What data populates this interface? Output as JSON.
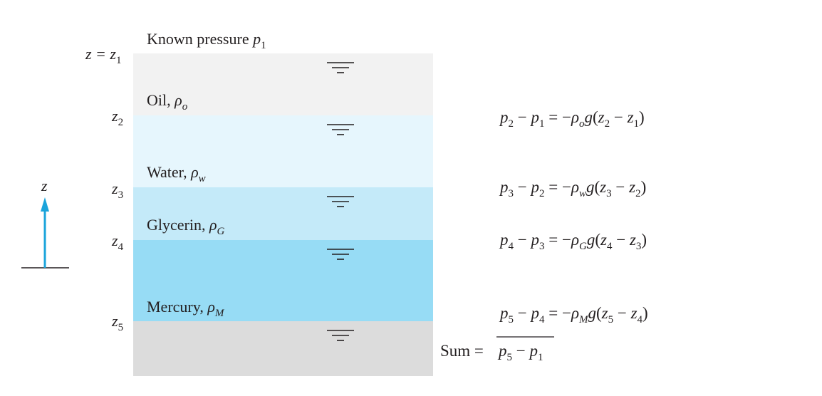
{
  "colors": {
    "oil": "#f2f2f2",
    "water": "#e6f6fd",
    "glycerin": "#c4eaf9",
    "mercury": "#97dcf5",
    "bottom": "#dcdcdc",
    "arrow": "#1aa4db",
    "ink": "#231f20"
  },
  "header": {
    "known_pressure_text": "Known pressure",
    "p1_symbol": "p",
    "p1_sub": "1"
  },
  "levels": [
    {
      "prefix": "z = ",
      "symbol": "z",
      "sub": "1"
    },
    {
      "prefix": "",
      "symbol": "z",
      "sub": "2"
    },
    {
      "prefix": "",
      "symbol": "z",
      "sub": "3"
    },
    {
      "prefix": "",
      "symbol": "z",
      "sub": "4"
    },
    {
      "prefix": "",
      "symbol": "z",
      "sub": "5"
    }
  ],
  "layers": [
    {
      "name": "Oil,",
      "rho": "ρ",
      "sub": "o"
    },
    {
      "name": "Water,",
      "rho": "ρ",
      "sub": "w"
    },
    {
      "name": "Glycerin,",
      "rho": "ρ",
      "sub": "G"
    },
    {
      "name": "Mercury,",
      "rho": "ρ",
      "sub": "M"
    }
  ],
  "axis": {
    "label": "z"
  },
  "equations": [
    {
      "upper": "2",
      "lower": "1",
      "rho_sub": "o"
    },
    {
      "upper": "3",
      "lower": "2",
      "rho_sub": "w"
    },
    {
      "upper": "4",
      "lower": "3",
      "rho_sub": "G"
    },
    {
      "upper": "5",
      "lower": "4",
      "rho_sub": "M"
    }
  ],
  "sum": {
    "label": "Sum =",
    "p": "p",
    "upper": "5",
    "lower": "1"
  }
}
